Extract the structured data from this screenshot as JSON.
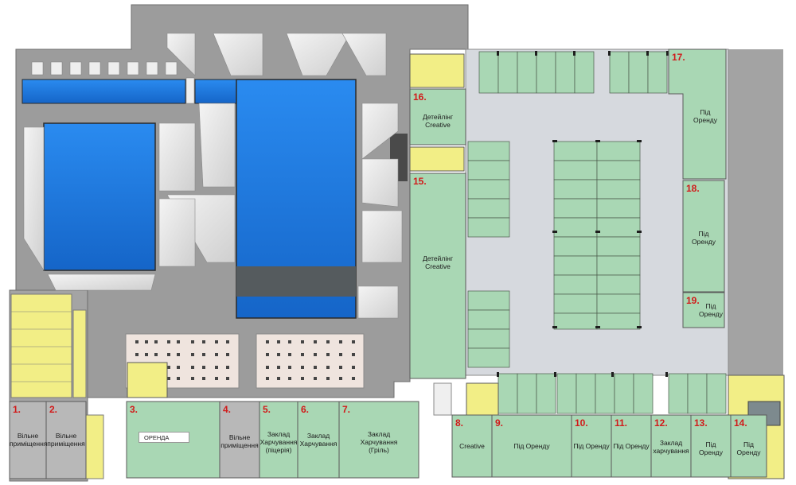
{
  "units": [
    {
      "num": "1.",
      "label": "Вільне приміщення"
    },
    {
      "num": "2.",
      "label": "Вільне приміщення"
    },
    {
      "num": "3.",
      "label": ""
    },
    {
      "num": "4.",
      "label": "Вільне приміщення"
    },
    {
      "num": "5.",
      "label": "Заклад Харчування (піцерія)"
    },
    {
      "num": "6.",
      "label": "Заклад Харчування"
    },
    {
      "num": "7.",
      "label": "Заклад Харчування (Гріль)"
    },
    {
      "num": "8.",
      "label": "Creative"
    },
    {
      "num": "9.",
      "label": "Під Оренду"
    },
    {
      "num": "10.",
      "label": "Під Оренду"
    },
    {
      "num": "11.",
      "label": "Під Оренду"
    },
    {
      "num": "12.",
      "label": "Заклад харчування"
    },
    {
      "num": "13.",
      "label": "Під Оренду"
    },
    {
      "num": "14.",
      "label": "Під Оренду"
    },
    {
      "num": "15.",
      "label": "Детейлінг Creative"
    },
    {
      "num": "16.",
      "label": "Детейлінг Creative"
    },
    {
      "num": "17.",
      "label": "Під Оренду"
    },
    {
      "num": "18.",
      "label": "Під Оренду"
    },
    {
      "num": "19.",
      "label": "Під Оренду"
    }
  ],
  "arenda_tag": "ОРЕНДА",
  "colors": {
    "unit_green": "#a9d7b4",
    "unit_gray": "#b8b8b8",
    "pool_blue": "#1f7fe0",
    "yellow": "#f2ee86",
    "slab_gray": "#9c9c9c",
    "parking_light": "#d6d9de",
    "number_red": "#d11a1a"
  }
}
